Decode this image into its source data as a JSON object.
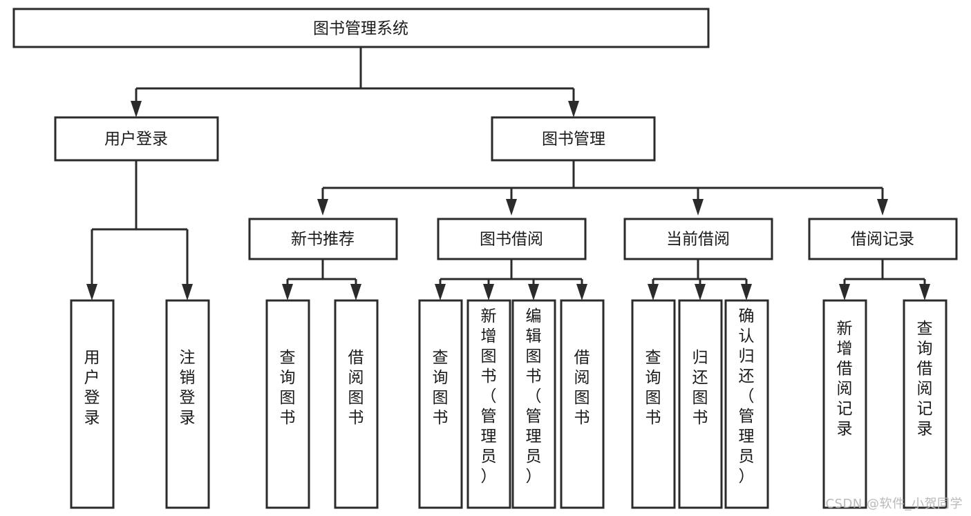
{
  "diagram": {
    "title": "图书管理系统",
    "type": "tree",
    "orientation": "top-down",
    "colors": {
      "node_fill": "#ffffff",
      "node_stroke": "#2b2b2b",
      "connector": "#2b2b2b",
      "text": "#1a1a1a",
      "watermark": "#b9b9b9"
    },
    "root": {
      "id": "root",
      "label": "图书管理系统",
      "text_orientation": "horizontal"
    },
    "level2": [
      {
        "id": "user-login",
        "label": "用户登录",
        "text_orientation": "horizontal"
      },
      {
        "id": "book-manage",
        "label": "图书管理",
        "text_orientation": "horizontal"
      }
    ],
    "level3": [
      {
        "id": "new-book-recommend",
        "label": "新书推荐",
        "parent": "book-manage",
        "text_orientation": "horizontal"
      },
      {
        "id": "book-borrow",
        "label": "图书借阅",
        "parent": "book-manage",
        "text_orientation": "horizontal"
      },
      {
        "id": "current-borrow",
        "label": "当前借阅",
        "parent": "book-manage",
        "text_orientation": "horizontal"
      },
      {
        "id": "borrow-record",
        "label": "借阅记录",
        "parent": "book-manage",
        "text_orientation": "horizontal"
      }
    ],
    "leaves": [
      {
        "id": "leaf-user-login",
        "label": "用户登录",
        "parent": "user-login",
        "text_orientation": "vertical"
      },
      {
        "id": "leaf-logout",
        "label": "注销登录",
        "parent": "user-login",
        "text_orientation": "vertical"
      },
      {
        "id": "leaf-query-book-1",
        "label": "查询图书",
        "parent": "new-book-recommend",
        "text_orientation": "vertical"
      },
      {
        "id": "leaf-borrow-book-1",
        "label": "借阅图书",
        "parent": "new-book-recommend",
        "text_orientation": "vertical"
      },
      {
        "id": "leaf-query-book-2",
        "label": "查询图书",
        "parent": "book-borrow",
        "text_orientation": "vertical"
      },
      {
        "id": "leaf-add-book",
        "label": "新增图书（管理员）",
        "parent": "book-borrow",
        "text_orientation": "vertical"
      },
      {
        "id": "leaf-edit-book",
        "label": "编辑图书（管理员）",
        "parent": "book-borrow",
        "text_orientation": "vertical"
      },
      {
        "id": "leaf-borrow-book-2",
        "label": "借阅图书",
        "parent": "book-borrow",
        "text_orientation": "vertical"
      },
      {
        "id": "leaf-query-book-3",
        "label": "查询图书",
        "parent": "current-borrow",
        "text_orientation": "vertical"
      },
      {
        "id": "leaf-return-book",
        "label": "归还图书",
        "parent": "current-borrow",
        "text_orientation": "vertical"
      },
      {
        "id": "leaf-confirm-return",
        "label": "确认归还（管理员）",
        "parent": "current-borrow",
        "text_orientation": "vertical"
      },
      {
        "id": "leaf-add-record",
        "label": "新增借阅记录",
        "parent": "borrow-record",
        "text_orientation": "vertical"
      },
      {
        "id": "leaf-query-record",
        "label": "查询借阅记录",
        "parent": "borrow-record",
        "text_orientation": "vertical"
      }
    ]
  },
  "watermark": {
    "text": "CSDN @软件_小贺同学"
  }
}
